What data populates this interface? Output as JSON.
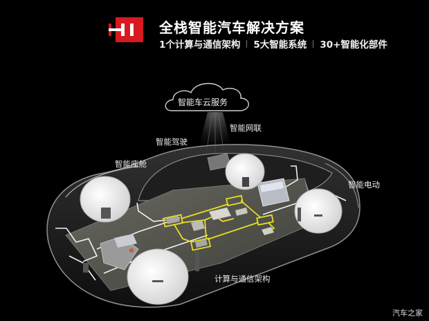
{
  "header": {
    "logo_text": "HI",
    "title": "全栈智能汽车解决方案",
    "subtitle_items": [
      "1个计算与通信架构",
      "5大智能系统",
      "30+智能化部件"
    ]
  },
  "diagram": {
    "labels": {
      "cloud": "智能车云服务",
      "network": "智能网联",
      "driving": "智能驾驶",
      "cabin": "智能座舱",
      "power": "智能电动",
      "architecture": "计算与通信架构"
    }
  },
  "watermark": "汽车之家",
  "colors": {
    "background": "#000000",
    "logo_red": "#d71920",
    "circuit_yellow": "#e8e020",
    "wheel_white": "#e9e9e9",
    "floor_gray": "#55554f"
  }
}
